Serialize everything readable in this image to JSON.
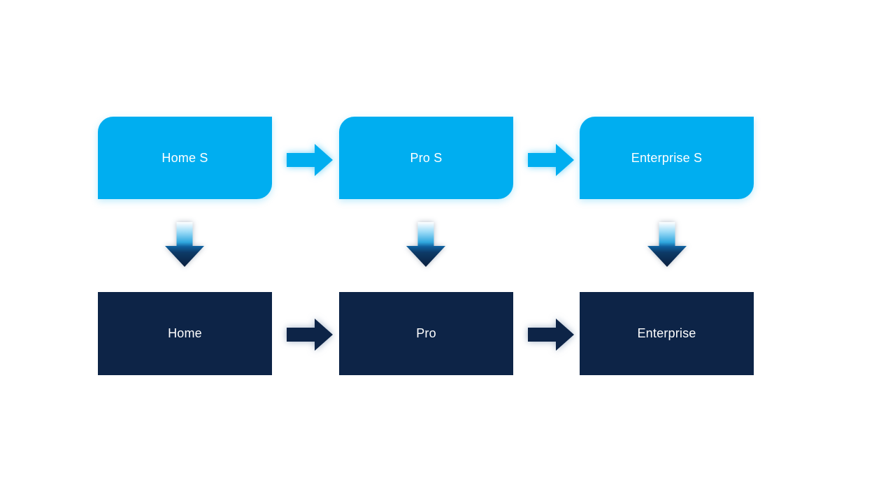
{
  "slide": {
    "background": "#FFFFFF"
  },
  "colors": {
    "cyan": "#00AEF0",
    "navy": "#0D2447",
    "text": "#FFFFFF",
    "down_gradient": [
      "#FFFFFF",
      "#9BDBF7",
      "#30A7DE",
      "#0F5E9C",
      "#0D3A67",
      "#0A1F3E"
    ]
  },
  "icons": {
    "right_arrow": "right-arrow-icon",
    "down_arrow": "down-arrow-icon"
  },
  "diagram": {
    "top_row": [
      {
        "label": "Home S"
      },
      {
        "label": "Pro S"
      },
      {
        "label": "Enterprise S"
      }
    ],
    "bottom_row": [
      {
        "label": "Home"
      },
      {
        "label": "Pro"
      },
      {
        "label": "Enterprise"
      }
    ]
  }
}
